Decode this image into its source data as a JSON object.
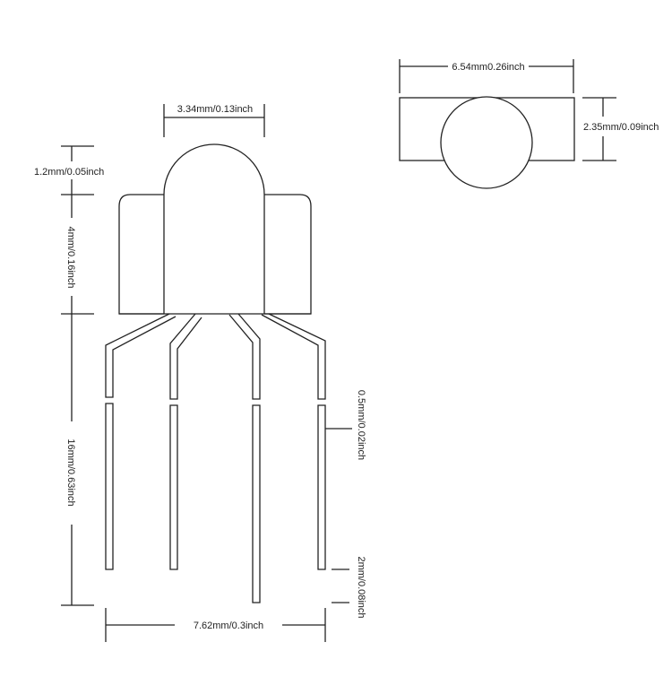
{
  "diagram": {
    "colors": {
      "line": "#222222",
      "background": "#ffffff"
    },
    "labels": {
      "dome_width": "3.34mm/0.13inch",
      "dome_height": "1.2mm/0.05inch",
      "body_height": "4mm/0.16inch",
      "lead_length": "16mm/0.63inch",
      "pin_span": "7.62mm/0.3inch",
      "lead_width": "0.5mm/0.02inch",
      "lead_offset": "2mm/0.08inch",
      "top_width": "6.54mm0.26inch",
      "top_depth": "2.35mm/0.09inch"
    }
  }
}
